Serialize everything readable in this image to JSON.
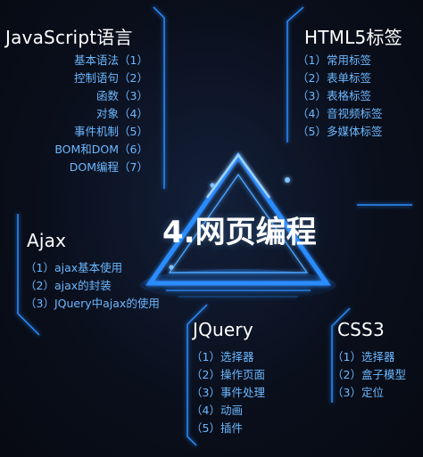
{
  "center_title": "4.网页编程",
  "sections": {
    "javascript": {
      "title": "JavaScript语言",
      "items": [
        "基本语法（1）",
        "控制语句（2）",
        "函数（3）",
        "对象（4）",
        "事件机制（5）",
        "BOM和DOM（6）",
        "DOM编程（7）"
      ]
    },
    "html5": {
      "title": "HTML5标签",
      "items": [
        "（1）常用标签",
        "（2）表单标签",
        "（3）表格标签",
        "（4）音视频标签",
        "（5）多媒体标签"
      ]
    },
    "ajax": {
      "title": "Ajax",
      "items": [
        "（1）ajax基本使用",
        "（2）ajax的封装",
        "（3）JQuery中ajax的使用"
      ]
    },
    "jquery": {
      "title": "JQuery",
      "items": [
        "（1）选择器",
        "（2）操作页面",
        "（3）事件处理",
        "（4）动画",
        "（5）插件"
      ]
    },
    "css3": {
      "title": "CSS3",
      "items": [
        "（1）选择器",
        "（2）盒子模型",
        "（3）定位"
      ]
    }
  },
  "colors": {
    "background": "#0a0e1a",
    "accent": "#2a8cff",
    "item_text": "#6cb8ff",
    "title_text": "#ffffff"
  }
}
